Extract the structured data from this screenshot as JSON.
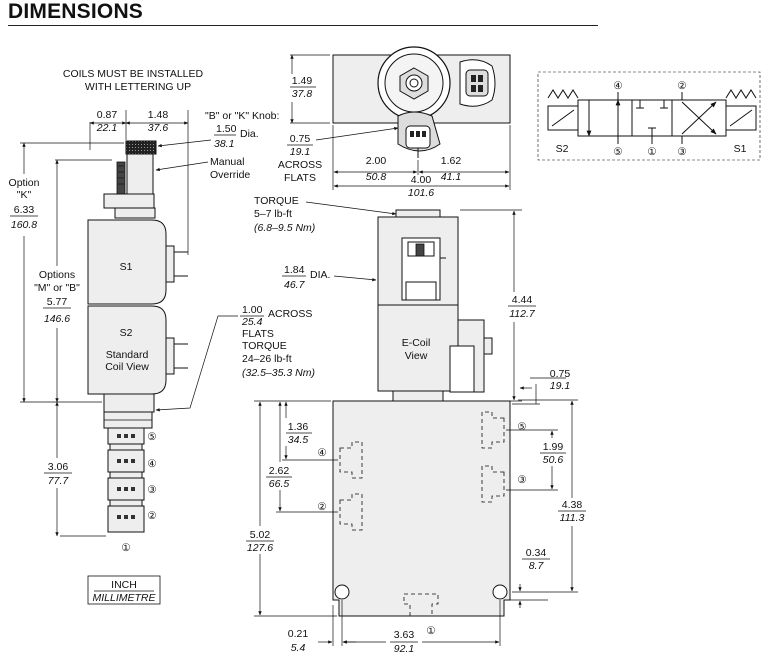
{
  "title": "DIMENSIONS",
  "notes": {
    "coils": [
      "COILS MUST BE INSTALLED",
      "WITH LETTERING UP"
    ],
    "knob": "\"B\" or \"K\" Knob:",
    "knob_dia_in": "1.50",
    "knob_dia_mm": "38.1",
    "dia": "Dia.",
    "manual_override": [
      "Manual",
      "Override"
    ],
    "option_k": [
      "Option",
      "\"K\""
    ],
    "option_k_in": "6.33",
    "option_k_mm": "160.8",
    "options_mb": [
      "Options",
      "\"M\" or \"B\""
    ],
    "options_mb_in": "5.77",
    "options_mb_mm": "146.6",
    "across_flats_1_in": "1.00",
    "across_flats_1_mm": "25.4",
    "across": "ACROSS",
    "flats": "FLATS",
    "torque": "TORQUE",
    "torque_1": "24–26 lb-ft",
    "torque_1_nm": "(32.5–35.3 Nm)",
    "torque_2": "5–7 lb-ft",
    "torque_2_nm": "(6.8–9.5 Nm)",
    "coil_s1": "S1",
    "coil_s2": "S2",
    "standard_coil_view": [
      "Standard",
      "Coil View"
    ],
    "ecoil_view": [
      "E-Coil",
      "View"
    ],
    "unit_inch": "INCH",
    "unit_mm": "MILLIMETRE"
  },
  "dims": {
    "d087": [
      "0.87",
      "22.1"
    ],
    "d148": [
      "1.48",
      "37.6"
    ],
    "d306": [
      "3.06",
      "77.7"
    ],
    "d149": [
      "1.49",
      "37.8"
    ],
    "d075a": [
      "0.75",
      "19.1"
    ],
    "d200": [
      "2.00",
      "50.8"
    ],
    "d162": [
      "1.62",
      "41.1"
    ],
    "d400": [
      "4.00",
      "101.6"
    ],
    "d184": [
      "1.84",
      "46.7"
    ],
    "d444": [
      "4.44",
      "112.7"
    ],
    "d075b": [
      "0.75",
      "19.1"
    ],
    "d136": [
      "1.36",
      "34.5"
    ],
    "d262": [
      "2.62",
      "66.5"
    ],
    "d502": [
      "5.02",
      "127.6"
    ],
    "d199": [
      "1.99",
      "50.6"
    ],
    "d438": [
      "4.38",
      "111.3"
    ],
    "d034": [
      "0.34",
      "8.7"
    ],
    "d021": [
      "0.21",
      "5.4"
    ],
    "d363": [
      "3.63",
      "92.1"
    ]
  },
  "ports": [
    "①",
    "②",
    "③",
    "④",
    "⑤"
  ],
  "schematic": {
    "s1": "S1",
    "s2": "S2"
  }
}
